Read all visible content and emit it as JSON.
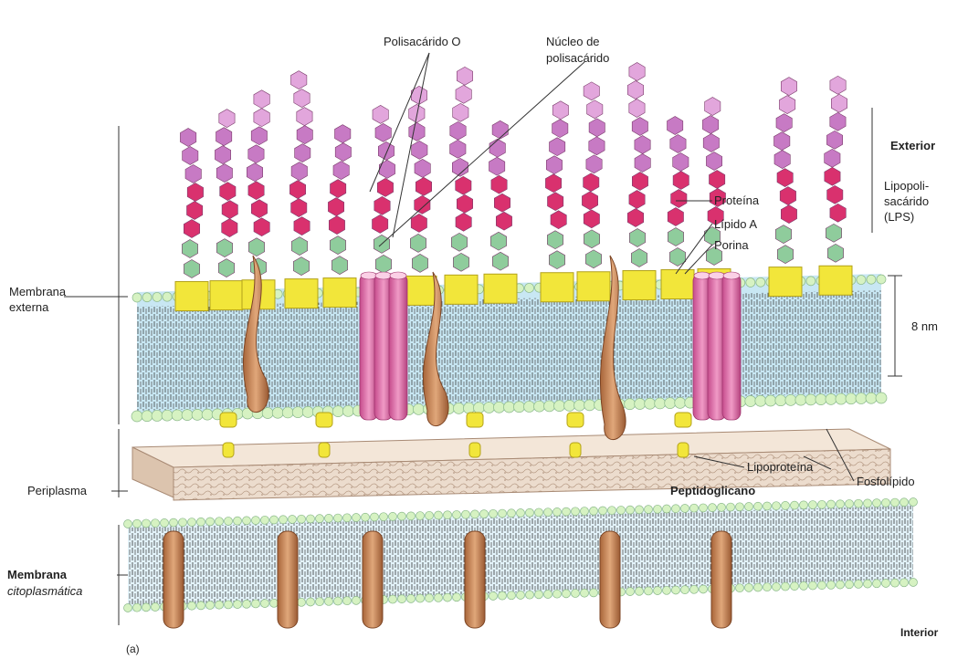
{
  "labels": {
    "o_polysaccharide": "Polisacárido O",
    "core_polysaccharide_1": "Núcleo de",
    "core_polysaccharide_2": "polisacárido",
    "exterior": "Exterior",
    "lps_1": "Lipopoli-",
    "lps_2": "sacárido",
    "lps_3": "(LPS)",
    "protein": "Proteína",
    "lipid_a": "Lípido A",
    "porin": "Porina",
    "thickness": "8 nm",
    "outer_membrane_1": "Membrana",
    "outer_membrane_2": "externa",
    "periplasm": "Periplasma",
    "cytoplasmic_membrane_1": "Membrana",
    "cytoplasmic_membrane_2": "citoplasmática",
    "lipoprotein": "Lipoproteína",
    "peptidoglycan": "Peptidoglicano",
    "phospholipid": "Fosfolípido",
    "interior": "Interior",
    "panel": "(a)"
  },
  "colors": {
    "o_sugar_light": "#e2a6dc",
    "o_sugar_mid": "#c77ac4",
    "core_sugar": "#d9316e",
    "core_base": "#8fcc9c",
    "lipid_a_block": "#f2e63a",
    "protein": "#c98552",
    "porin": "#e06aa8",
    "membrane_fill": "#c6e6f2",
    "head_group": "#d6f2c2",
    "peptidoglycan": "#e9d7c8",
    "lipoprotein": "#f2e63a"
  }
}
